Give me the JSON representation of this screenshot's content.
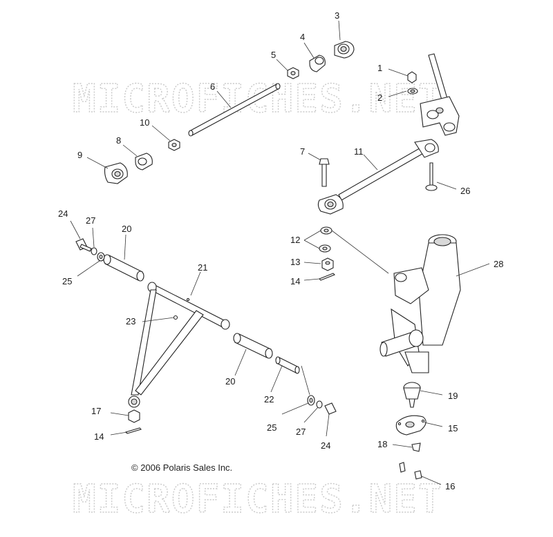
{
  "watermark_top": "MICROFICHES.NET",
  "watermark_bottom": "MICROFICHES.NET",
  "copyright": "© 2006 Polaris Sales Inc.",
  "callouts": {
    "c1": "1",
    "c2": "2",
    "c3": "3",
    "c4": "4",
    "c5": "5",
    "c6": "6",
    "c7": "7",
    "c8": "8",
    "c9": "9",
    "c10": "10",
    "c11": "11",
    "c12": "12",
    "c13": "13",
    "c14a": "14",
    "c14b": "14",
    "c15": "15",
    "c16": "16",
    "c17": "17",
    "c18": "18",
    "c19": "19",
    "c20a": "20",
    "c20b": "20",
    "c21": "21",
    "c22": "22",
    "c23": "23",
    "c24a": "24",
    "c24b": "24",
    "c25a": "25",
    "c25b": "25",
    "c26": "26",
    "c27a": "27",
    "c27b": "27",
    "c28": "28"
  }
}
